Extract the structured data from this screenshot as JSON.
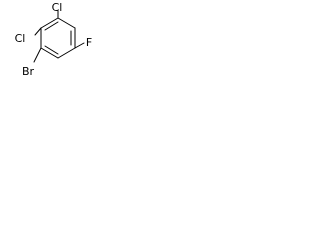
{
  "molecule": {
    "atoms": {
      "cl_top": "Cl",
      "cl_left": "Cl",
      "f": "F",
      "br": "Br"
    },
    "colors": {
      "background": "#ffffff",
      "ink": "#000000"
    }
  }
}
